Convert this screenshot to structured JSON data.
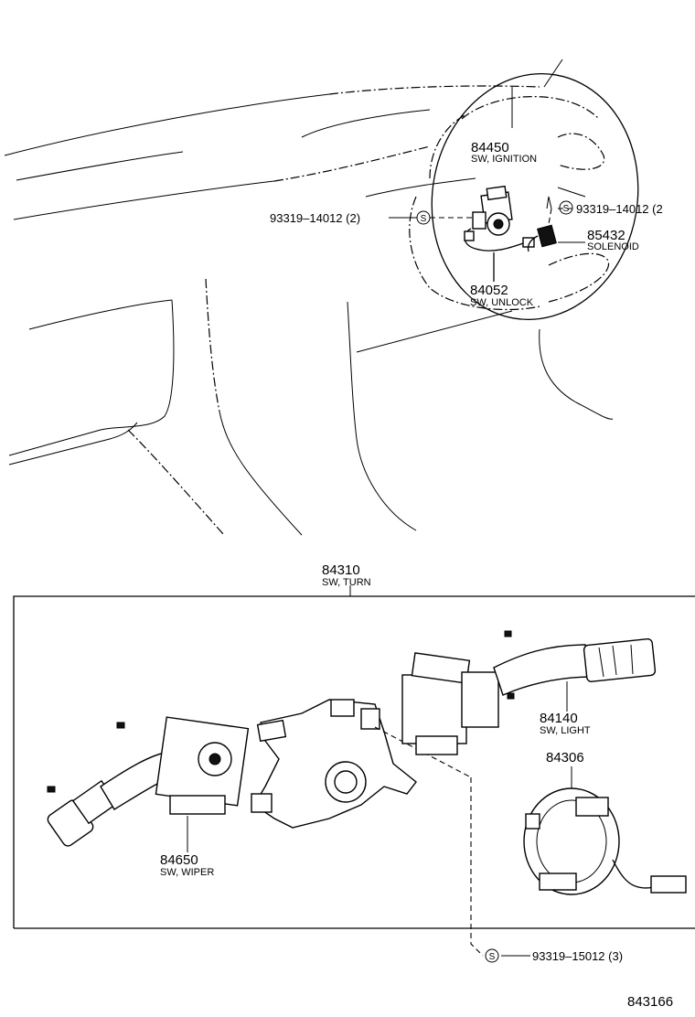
{
  "parts": [
    {
      "id": "p84450",
      "number": "84450",
      "name": "SW, IGNITION"
    },
    {
      "id": "p85432",
      "number": "85432",
      "name": "SOLENOID"
    },
    {
      "id": "p84052",
      "number": "84052",
      "name": "SW, UNLOCK"
    },
    {
      "id": "p84310",
      "number": "84310",
      "name": "SW, TURN"
    },
    {
      "id": "p84140",
      "number": "84140",
      "name": "SW, LIGHT"
    },
    {
      "id": "p84306",
      "number": "84306",
      "name": ""
    },
    {
      "id": "p84650",
      "number": "84650",
      "name": "SW, WIPER"
    }
  ],
  "screws": [
    {
      "id": "s_left",
      "code": "93319–14012 (2)",
      "symbol": "S"
    },
    {
      "id": "s_right",
      "code": "93319–14012 (2",
      "symbol": "S"
    },
    {
      "id": "s_bottom",
      "code": "93319–15012 (3)",
      "symbol": "S"
    }
  ],
  "diagram_id": "843166"
}
